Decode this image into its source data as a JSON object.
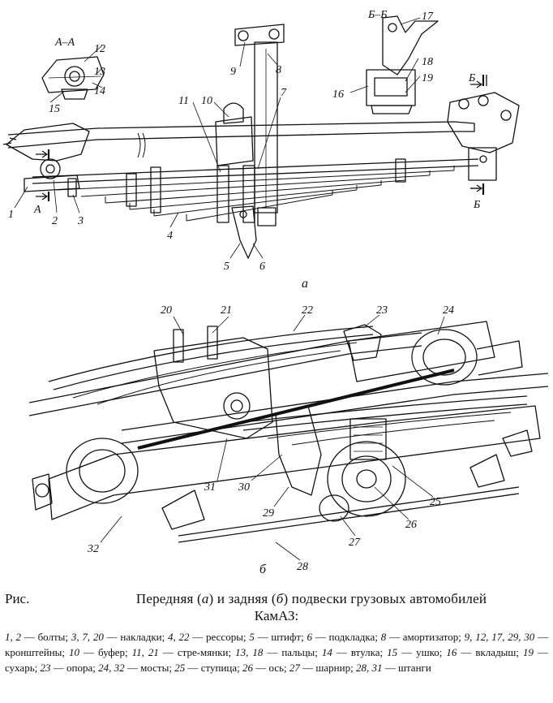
{
  "figure": {
    "section_aa": "А–А",
    "section_bb": "Б–Б",
    "arrow_a": "А",
    "arrow_b": "Б",
    "sub_a": "а",
    "sub_b": "б",
    "callouts_a": [
      "1",
      "2",
      "3",
      "4",
      "5",
      "6",
      "7",
      "8",
      "9",
      "10",
      "11",
      "12",
      "13",
      "14",
      "15",
      "16",
      "17",
      "18",
      "19"
    ],
    "callouts_b": [
      "20",
      "21",
      "22",
      "23",
      "24",
      "25",
      "26",
      "27",
      "28",
      "29",
      "30",
      "31",
      "32"
    ]
  },
  "caption": {
    "label": "Рис.",
    "title_1": "Передняя (",
    "title_a": "а",
    "title_2": ") и задняя (",
    "title_b": "б",
    "title_3": ") подвески грузовых автомобилей",
    "model": "КамАЗ:",
    "legend": [
      {
        "nums": "1, 2",
        "text": " — болты; "
      },
      {
        "nums": "3, 7, 20",
        "text": " — накладки; "
      },
      {
        "nums": "4, 22",
        "text": " — рессоры; "
      },
      {
        "nums": "5",
        "text": " — штифт; "
      },
      {
        "nums": "6",
        "text": " — подкладка; "
      },
      {
        "nums": "8",
        "text": " — амортизатор; "
      },
      {
        "nums": "9, 12, 17, 29, 30",
        "text": " — кронштейны; "
      },
      {
        "nums": "10",
        "text": " — буфер; "
      },
      {
        "nums": "11, 21",
        "text": " — стре-мянки; "
      },
      {
        "nums": "13, 18",
        "text": " — пальцы; "
      },
      {
        "nums": "14",
        "text": " — втулка; "
      },
      {
        "nums": "15",
        "text": " — ушко; "
      },
      {
        "nums": "16",
        "text": " — вкладыш; "
      },
      {
        "nums": "19",
        "text": " — сухарь; "
      },
      {
        "nums": "23",
        "text": " — опора; "
      },
      {
        "nums": "24, 32",
        "text": " — мосты; "
      },
      {
        "nums": "25",
        "text": " — ступица; "
      },
      {
        "nums": "26",
        "text": " — ось; "
      },
      {
        "nums": "27",
        "text": " — шарнир; "
      },
      {
        "nums": "28, 31",
        "text": " — штанги"
      }
    ]
  }
}
